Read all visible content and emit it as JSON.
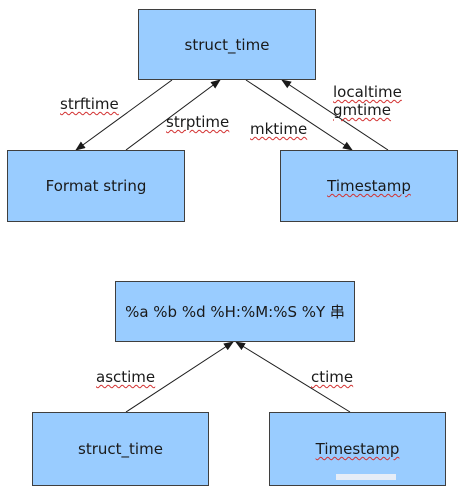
{
  "colors": {
    "box_fill": "#99ccff",
    "line": "#1a1a1a"
  },
  "diagram1": {
    "boxes": {
      "struct_time": "struct_time",
      "format_string": "Format string",
      "timestamp": "Timestamp"
    },
    "edges": {
      "strftime": "strftime",
      "strptime": "strptime",
      "mktime": "mktime",
      "localtime": "localtime",
      "gmtime": "gmtime"
    }
  },
  "diagram2": {
    "boxes": {
      "format_output": "%a %b %d %H:%M:%S %Y 串",
      "struct_time": "struct_time",
      "timestamp": "Timestamp"
    },
    "edges": {
      "asctime": "asctime",
      "ctime": "ctime"
    }
  }
}
